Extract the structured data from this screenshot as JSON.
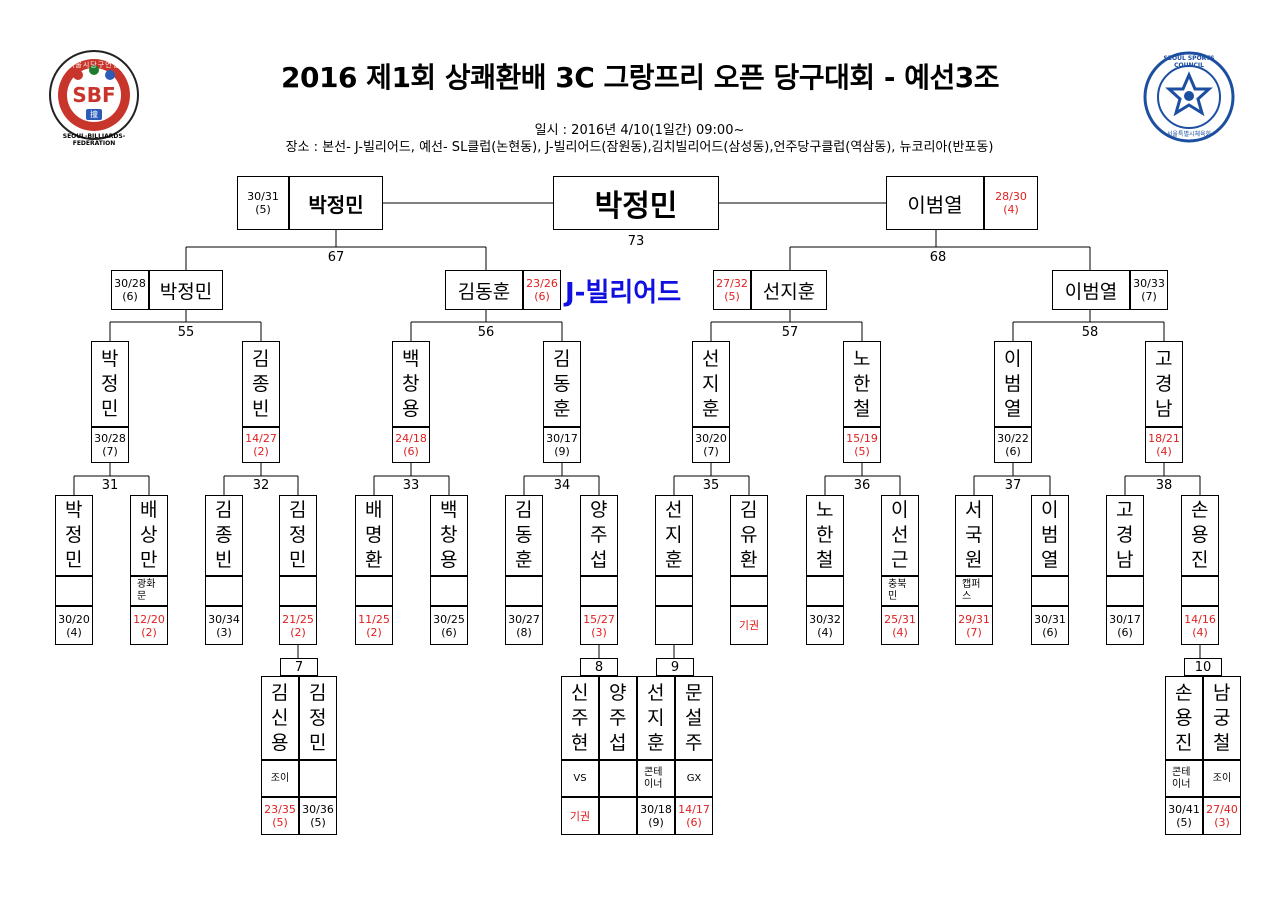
{
  "header": {
    "title": "2016 제1회 상쾌환배 3C 그랑프리 오픈 당구대회 - 예선3조",
    "date_line": "일시 : 2016년 4/10(1일간) 09:00~",
    "place_line": "장소 : 본선- J-빌리어드, 예선- SL클럽(논현동), J-빌리어드(잠원동),김치빌리어드(삼성동),언주당구클럽(역삼동), 뉴코리아(반포동)",
    "logo_left": {
      "top_text": "서울시당구연맹",
      "badge": "SBF",
      "bottom_text": "SEOUL-BILLIARDS-FEDERATION",
      "mini": "撞"
    },
    "logo_right": {
      "text": "SEOUL SPORTS COUNCIL",
      "bottom_text": "서울특별시체육회"
    }
  },
  "venue": "J-빌리어드",
  "colors": {
    "red": "#e02020",
    "venue_blue": "#1010e0"
  },
  "final": {
    "winner": "박정민",
    "match_no": "73"
  },
  "semi": [
    {
      "name": "박정민",
      "score": "30/31",
      "inn": "(5)",
      "red": false
    },
    {
      "name": "이범열",
      "score": "28/30",
      "inn": "(4)",
      "red": true
    }
  ],
  "semi_nums": [
    "67",
    "68"
  ],
  "quarter": [
    {
      "name": "박정민",
      "score": "30/28",
      "inn": "(6)",
      "red": false
    },
    {
      "name": "김동훈",
      "score": "23/26",
      "inn": "(6)",
      "red": true
    },
    {
      "name": "선지훈",
      "score": "27/32",
      "inn": "(5)",
      "red": true
    },
    {
      "name": "이범열",
      "score": "30/33",
      "inn": "(7)",
      "red": false
    }
  ],
  "quarter_nums": [
    "55",
    "56",
    "57",
    "58"
  ],
  "round3": [
    {
      "name": "박정민",
      "score": "30/28",
      "inn": "(7)",
      "red": false
    },
    {
      "name": "김종빈",
      "score": "14/27",
      "inn": "(2)",
      "red": true
    },
    {
      "name": "백창용",
      "score": "24/18",
      "inn": "(6)",
      "red": true
    },
    {
      "name": "김동훈",
      "score": "30/17",
      "inn": "(9)",
      "red": false
    },
    {
      "name": "선지훈",
      "score": "30/20",
      "inn": "(7)",
      "red": false
    },
    {
      "name": "노한철",
      "score": "15/19",
      "inn": "(5)",
      "red": true
    },
    {
      "name": "이범열",
      "score": "30/22",
      "inn": "(6)",
      "red": false
    },
    {
      "name": "고경남",
      "score": "18/21",
      "inn": "(4)",
      "red": true
    }
  ],
  "round3_nums": [
    "31",
    "32",
    "33",
    "34",
    "35",
    "36",
    "37",
    "38"
  ],
  "round2": [
    {
      "name": "박정민",
      "note": "",
      "score": "30/20",
      "inn": "(4)",
      "red": false
    },
    {
      "name": "배상만",
      "note": "광화문",
      "score": "12/20",
      "inn": "(2)",
      "red": true
    },
    {
      "name": "김종빈",
      "note": "",
      "score": "30/34",
      "inn": "(3)",
      "red": false
    },
    {
      "name": "김정민",
      "note": "",
      "score": "21/25",
      "inn": "(2)",
      "red": true
    },
    {
      "name": "배명환",
      "note": "",
      "score": "11/25",
      "inn": "(2)",
      "red": true
    },
    {
      "name": "백창용",
      "note": "",
      "score": "30/25",
      "inn": "(6)",
      "red": false
    },
    {
      "name": "김동훈",
      "note": "",
      "score": "30/27",
      "inn": "(8)",
      "red": false
    },
    {
      "name": "양주섭",
      "note": "",
      "score": "15/27",
      "inn": "(3)",
      "red": true
    },
    {
      "name": "선지훈",
      "note": "",
      "score": "",
      "inn": "",
      "red": false
    },
    {
      "name": "김유환",
      "note": "",
      "score": "기권",
      "inn": "",
      "red": true
    },
    {
      "name": "노한철",
      "note": "",
      "score": "30/32",
      "inn": "(4)",
      "red": false
    },
    {
      "name": "이선근",
      "note": "충북민",
      "score": "25/31",
      "inn": "(4)",
      "red": true
    },
    {
      "name": "서국원",
      "note": "캡퍼스",
      "score": "29/31",
      "inn": "(7)",
      "red": true
    },
    {
      "name": "이범열",
      "note": "",
      "score": "30/31",
      "inn": "(6)",
      "red": false
    },
    {
      "name": "고경남",
      "note": "",
      "score": "30/17",
      "inn": "(6)",
      "red": false
    },
    {
      "name": "손용진",
      "note": "",
      "score": "14/16",
      "inn": "(4)",
      "red": true
    }
  ],
  "round1": [
    {
      "num": "7",
      "players": [
        {
          "name": "김신용",
          "note": "조이",
          "score": "23/35",
          "inn": "(5)",
          "red": true
        },
        {
          "name": "김정민",
          "note": "",
          "score": "30/36",
          "inn": "(5)",
          "red": false
        }
      ]
    },
    {
      "num": "8",
      "players": [
        {
          "name": "신주현",
          "note": "VS",
          "score": "기권",
          "inn": "",
          "red": true
        },
        {
          "name": "양주섭",
          "note": "",
          "score": "",
          "inn": "",
          "red": false
        }
      ]
    },
    {
      "num": "9",
      "players": [
        {
          "name": "선지훈",
          "note": "콘테이너",
          "score": "30/18",
          "inn": "(9)",
          "red": false
        },
        {
          "name": "문설주",
          "note": "GX",
          "score": "14/17",
          "inn": "(6)",
          "red": true
        }
      ]
    },
    {
      "num": "10",
      "players": [
        {
          "name": "손용진",
          "note": "콘테이너",
          "score": "30/41",
          "inn": "(5)",
          "red": false
        },
        {
          "name": "남궁철",
          "note": "조이",
          "score": "27/40",
          "inn": "(3)",
          "red": true
        }
      ]
    }
  ]
}
